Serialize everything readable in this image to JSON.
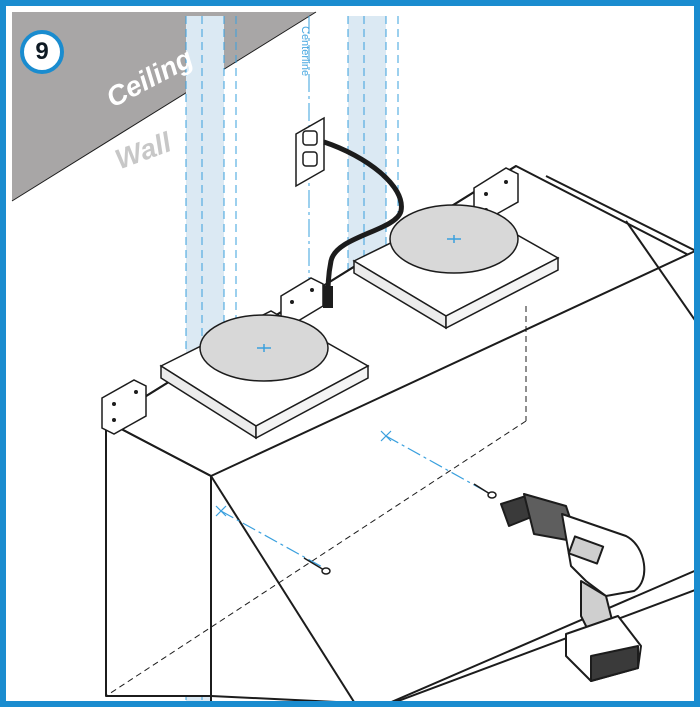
{
  "step": {
    "number": "9"
  },
  "labels": {
    "ceiling": "Ceiling",
    "wall": "Wall",
    "centerline": "Centerline"
  },
  "colors": {
    "border": "#1a8ccf",
    "ceiling": "#a8a6a6",
    "stud_fill": "#dbe9f3",
    "guide_line": "#3aa0de",
    "outline": "#1c1c1c",
    "duct": "#d8d8d8"
  },
  "icons": [
    "power-outlet-icon",
    "power-cord-icon",
    "screw-icon",
    "cordless-drill-icon"
  ]
}
